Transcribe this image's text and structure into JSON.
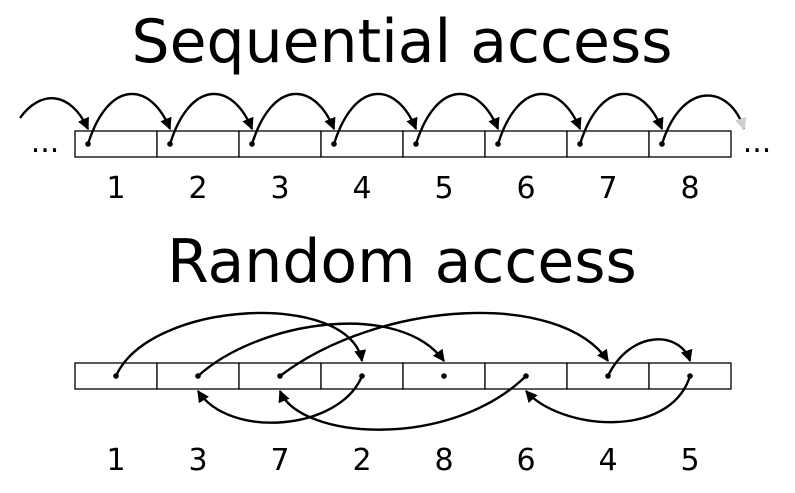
{
  "sequential": {
    "title": "Sequential access",
    "labels": [
      "1",
      "2",
      "3",
      "4",
      "5",
      "6",
      "7",
      "8"
    ],
    "ellipsis_left": "...",
    "ellipsis_right": "..."
  },
  "random": {
    "title": "Random access",
    "labels": [
      "1",
      "3",
      "7",
      "2",
      "8",
      "6",
      "4",
      "5"
    ]
  }
}
